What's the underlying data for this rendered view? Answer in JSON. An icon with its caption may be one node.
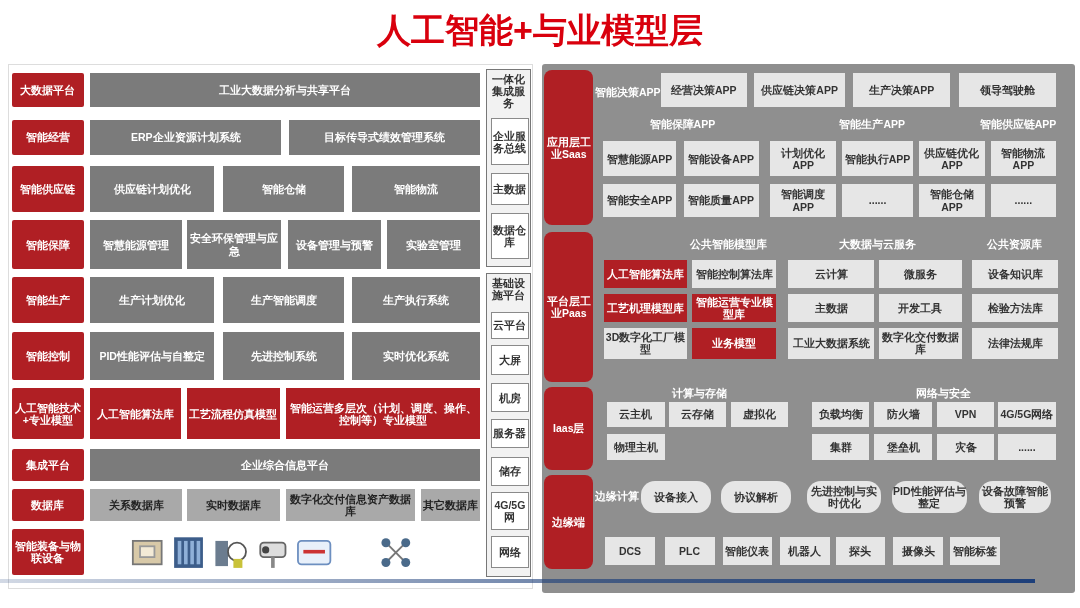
{
  "diagram": {
    "title": "人工智能+与业模型层",
    "nodes": [
      {
        "text": [],
        "shape": "box"
      },
      {
        "text": [
          "大数据平台"
        ],
        "in": 0
      },
      {
        "text": [
          "工业大数据分析与共享平台"
        ],
        "in": 0
      },
      {
        "text": [
          "智能经营"
        ],
        "in": 0
      },
      {
        "text": [
          "ERP企业资源计划系统"
        ],
        "in": 0
      },
      {
        "text": [
          "目标传导式绩效管理系统"
        ],
        "in": 0
      },
      {
        "text": [
          "智能供应链"
        ],
        "in": 0
      },
      {
        "text": [
          "供应链计划优化"
        ],
        "in": 0
      },
      {
        "text": [
          "智能仓储"
        ],
        "in": 0
      },
      {
        "text": [
          "智能物流"
        ],
        "in": 0
      },
      {
        "text": [
          "智能保障"
        ],
        "in": 0
      },
      {
        "text": [
          "智慧能源管理"
        ],
        "in": 0
      },
      {
        "text": [
          "安全环保管理与应急"
        ],
        "in": 0
      },
      {
        "text": [
          "设备管理与预警"
        ],
        "in": 0
      },
      {
        "text": [
          "实验室管理"
        ],
        "in": 0
      },
      {
        "text": [
          "智能生产"
        ],
        "in": 0
      },
      {
        "text": [
          "生产计划优化"
        ],
        "in": 0
      },
      {
        "text": [
          "生产智能调度"
        ],
        "in": 0
      },
      {
        "text": [
          "生产执行系统"
        ],
        "in": 0
      },
      {
        "text": [
          "智能控制"
        ],
        "in": 0
      },
      {
        "text": [
          "PID性能评估与自整定"
        ],
        "in": 0
      },
      {
        "text": [
          "先进控制系统"
        ],
        "in": 0
      },
      {
        "text": [
          "实时优化系统"
        ],
        "in": 0
      },
      {
        "text": [
          "人工智能技术+专业模型"
        ],
        "in": 0
      },
      {
        "text": [
          "人工智能算法库"
        ],
        "in": 0
      },
      {
        "text": [
          "工艺流程仿真模型"
        ],
        "in": 0
      },
      {
        "text": [
          "智能运营多层次（计划、调度、操作、控制等）专业模型"
        ],
        "in": 0
      },
      {
        "text": [
          "集成平台"
        ],
        "in": 0
      },
      {
        "text": [
          "企业综合信息平台"
        ],
        "in": 0
      },
      {
        "text": [
          "数据库"
        ],
        "in": 0
      },
      {
        "text": [
          "关系数据库"
        ],
        "in": 0
      },
      {
        "text": [
          "实时数据库"
        ],
        "in": 0
      },
      {
        "text": [
          "数字化交付信息资产数据库"
        ],
        "in": 0
      },
      {
        "text": [
          "其它数据库"
        ],
        "in": 0
      },
      {
        "text": [
          "智能装备与物联设备"
        ],
        "in": 0
      },
      {
        "text": [
          "一体化集成服务"
        ],
        "in": 0
      },
      {
        "text": [
          "企业服务总线"
        ],
        "in": 35
      },
      {
        "text": [
          "主数据"
        ],
        "in": 35
      },
      {
        "text": [
          "数据仓库"
        ],
        "in": 35
      },
      {
        "text": [
          "基础设施平台"
        ],
        "in": 0
      },
      {
        "text": [
          "云平台"
        ],
        "in": 39
      },
      {
        "text": [
          "大屏"
        ],
        "in": 39
      },
      {
        "text": [
          "机房"
        ],
        "in": 39
      },
      {
        "text": [
          "服务器"
        ],
        "in": 39
      },
      {
        "text": [
          "储存"
        ],
        "in": 39
      },
      {
        "text": [
          "4G/5G网"
        ],
        "in": 39
      },
      {
        "text": [
          "网络"
        ],
        "in": 39
      },
      {
        "text": [],
        "shape": "box"
      },
      {
        "text": [
          "应用层工业Saas"
        ],
        "in": 47
      },
      {
        "text": [
          "经营决策APP"
        ],
        "in": 47
      },
      {
        "text": [
          "供应链决策APP"
        ],
        "in": 47
      },
      {
        "text": [
          "生产决策APP"
        ],
        "in": 47
      },
      {
        "text": [
          "领导驾驶舱"
        ],
        "in": 47
      },
      {
        "text": [
          "智慧能源APP"
        ],
        "in": 47
      },
      {
        "text": [
          "智能设备APP"
        ],
        "in": 47
      },
      {
        "text": [
          "计划优化APP"
        ],
        "in": 47
      },
      {
        "text": [
          "智能执行APP"
        ],
        "in": 47
      },
      {
        "text": [
          "供应链优化APP"
        ],
        "in": 47
      },
      {
        "text": [
          "智能物流APP"
        ],
        "in": 47
      },
      {
        "text": [
          "智能安全APP"
        ],
        "in": 47
      },
      {
        "text": [
          "智能质量APP"
        ],
        "in": 47
      },
      {
        "text": [
          "智能调度APP"
        ],
        "in": 47
      },
      {
        "text": [
          "......"
        ],
        "in": 47
      },
      {
        "text": [
          "智能仓储APP"
        ],
        "in": 47
      },
      {
        "text": [
          "......"
        ],
        "in": 47
      },
      {
        "text": [
          "平台层工业Paas"
        ],
        "in": 47
      },
      {
        "text": [
          "人工智能算法库"
        ],
        "in": 47
      },
      {
        "text": [
          "智能控制算法库"
        ],
        "in": 47
      },
      {
        "text": [
          "云计算"
        ],
        "in": 47
      },
      {
        "text": [
          "微服务"
        ],
        "in": 47
      },
      {
        "text": [
          "设备知识库"
        ],
        "in": 47
      },
      {
        "text": [
          "工艺机理模型库"
        ],
        "in": 47
      },
      {
        "text": [
          "智能运营专业模型库"
        ],
        "in": 47
      },
      {
        "text": [
          "主数据"
        ],
        "in": 47
      },
      {
        "text": [
          "开发工具"
        ],
        "in": 47
      },
      {
        "text": [
          "检验方法库"
        ],
        "in": 47
      },
      {
        "text": [
          "3D数字化工厂模型"
        ],
        "in": 47
      },
      {
        "text": [
          "业务模型"
        ],
        "in": 47
      },
      {
        "text": [
          "工业大数据系统"
        ],
        "in": 47
      },
      {
        "text": [
          "数字化交付数据库"
        ],
        "in": 47
      },
      {
        "text": [
          "法律法规库"
        ],
        "in": 47
      },
      {
        "text": [
          "Iaas层"
        ],
        "in": 47
      },
      {
        "text": [
          "云主机"
        ],
        "in": 47
      },
      {
        "text": [
          "云存储"
        ],
        "in": 47
      },
      {
        "text": [
          "虚拟化"
        ],
        "in": 47
      },
      {
        "text": [
          "负载均衡"
        ],
        "in": 47
      },
      {
        "text": [
          "防火墙"
        ],
        "in": 47
      },
      {
        "text": [
          "VPN"
        ],
        "in": 47
      },
      {
        "text": [
          "4G/5G网络"
        ],
        "in": 47
      },
      {
        "text": [
          "物理主机"
        ],
        "in": 47
      },
      {
        "text": [
          "集群"
        ],
        "in": 47
      },
      {
        "text": [
          "堡垒机"
        ],
        "in": 47
      },
      {
        "text": [
          "灾备"
        ],
        "in": 47
      },
      {
        "text": [
          "......"
        ],
        "in": 47
      },
      {
        "text": [
          "边缘端"
        ],
        "in": 47
      },
      {
        "text": [
          "设备接入"
        ],
        "in": 47
      },
      {
        "text": [
          "协议解析"
        ],
        "in": 47
      },
      {
        "text": [
          "先进控制与实时优化"
        ],
        "in": 47
      },
      {
        "text": [
          "PID性能评估与整定"
        ],
        "in": 47
      },
      {
        "text": [
          "设备故障智能预警"
        ],
        "in": 47
      },
      {
        "text": [
          "DCS"
        ],
        "in": 47
      },
      {
        "text": [
          "PLC"
        ],
        "in": 47
      },
      {
        "text": [
          "智能仪表"
        ],
        "in": 47
      },
      {
        "text": [
          "机器人"
        ],
        "in": 47
      },
      {
        "text": [
          "探头"
        ],
        "in": 47
      },
      {
        "text": [
          "摄像头"
        ],
        "in": 47
      },
      {
        "text": [
          "智能标签"
        ],
        "in": 47
      }
    ],
    "edges": [],
    "labels": [
      "智能决策APP",
      "智能保障APP",
      "智能生产APP",
      "智能供应链APP",
      "公共智能模型库",
      "大数据与云服务",
      "公共资源库",
      "计算与存储",
      "网络与安全",
      "边缘计算"
    ]
  }
}
